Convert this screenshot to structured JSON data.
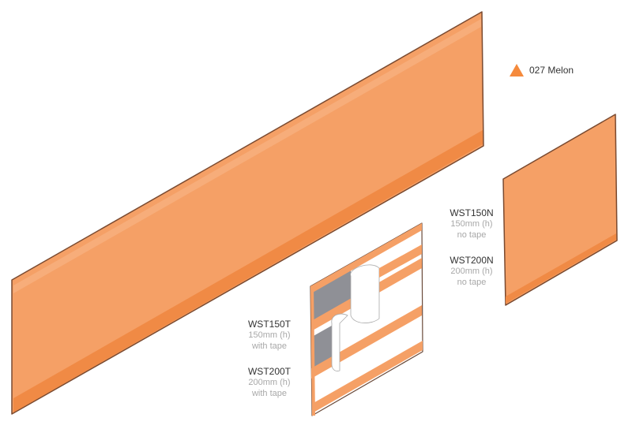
{
  "legend": {
    "label": "027 Melon",
    "icon": "triangle-icon",
    "color": "#f58a3c"
  },
  "colors": {
    "panel_fill": "#f5a066",
    "panel_band": "#f08a45",
    "panel_edge": "#7a4a30",
    "tape_backing": "#8f9096",
    "tape_white": "#ffffff"
  },
  "products": [
    {
      "code": "WST150N",
      "height": "150mm (h)",
      "tape": "no tape"
    },
    {
      "code": "WST200N",
      "height": "200mm (h)",
      "tape": "no tape"
    },
    {
      "code": "WST150T",
      "height": "150mm (h)",
      "tape": "with tape"
    },
    {
      "code": "WST200T",
      "height": "200mm (h)",
      "tape": "with tape"
    }
  ]
}
